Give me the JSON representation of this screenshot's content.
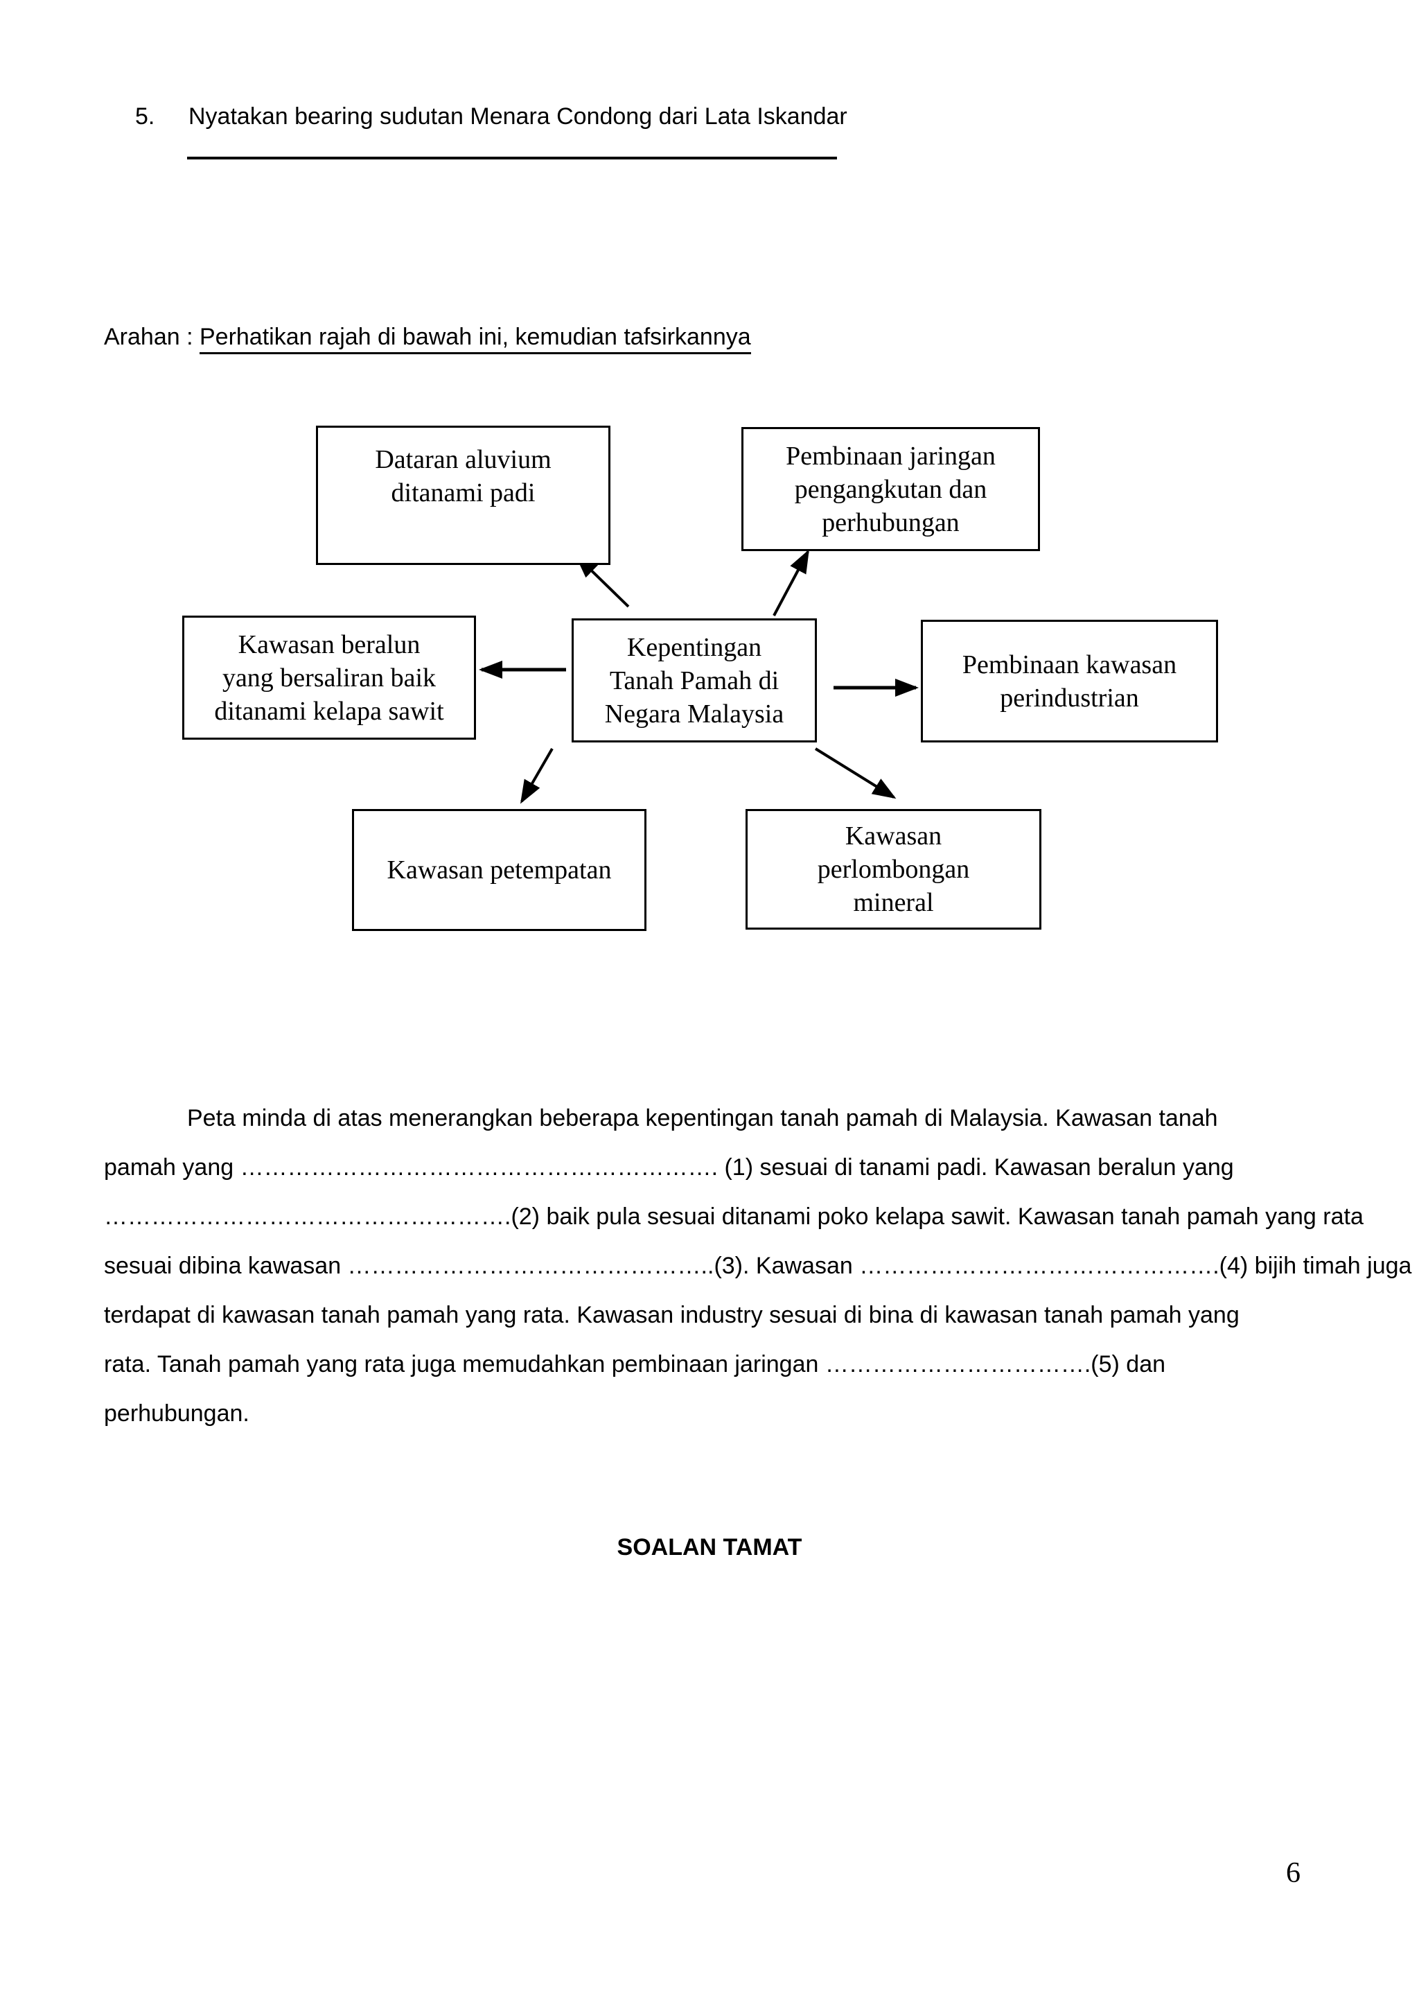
{
  "question5": {
    "number": "5.",
    "text": "Nyatakan bearing sudutan Menara Condong dari Lata Iskandar"
  },
  "instruction": {
    "prefix": "Arahan : ",
    "underlined": "Perhatikan rajah di bawah ini, kemudian tafsirkannya"
  },
  "diagram": {
    "boxes": {
      "dataran": "Dataran aluvium\nditanami padi",
      "jaringan": "Pembinaan jaringan\npengangkutan dan\nperhubungan",
      "beralun": "Kawasan beralun\nyang bersaliran baik\nditanami kelapa sawit",
      "kepentingan": "Kepentingan\nTanah Pamah di\nNegara Malaysia",
      "perindustrian": "Pembinaan kawasan\nperindustrian",
      "petempatan": "Kawasan petempatan",
      "perlombongan": "Kawasan\nperlombongan\nmineral"
    }
  },
  "paragraph": {
    "lines": [
      "Peta minda di atas menerangkan beberapa kepentingan tanah pamah di Malaysia. Kawasan tanah",
      "pamah yang ……………………………………………………. (1) sesuai di tanami padi. Kawasan beralun yang",
      "…………………………………………….(2) baik pula sesuai ditanami poko kelapa sawit. Kawasan tanah pamah yang rata",
      "sesuai dibina kawasan ………………………………………..(3). Kawasan ……………………………………….(4) bijih timah juga",
      "terdapat di kawasan tanah pamah yang rata. Kawasan industry sesuai di bina di kawasan tanah pamah yang",
      "rata. Tanah pamah yang rata juga memudahkan pembinaan jaringan …………………………….(5) dan",
      "perhubungan."
    ]
  },
  "footer": {
    "soalan_tamat": "SOALAN TAMAT",
    "page_number": "6"
  }
}
